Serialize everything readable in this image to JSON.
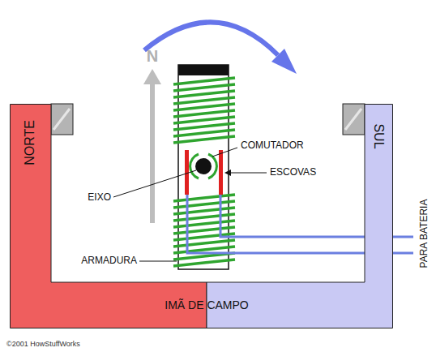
{
  "diagram": {
    "nodes": [
      {
        "text": [
          "NORTE"
        ]
      },
      {
        "text": [
          "SUL"
        ]
      }
    ],
    "labels": [
      "N",
      "COMUTADOR",
      "ESCOVAS",
      "EIXO",
      "ARMADURA",
      "IMÃ DE CAMPO",
      "PARA BATERIA",
      "©2001 HowStuffWorks"
    ]
  }
}
